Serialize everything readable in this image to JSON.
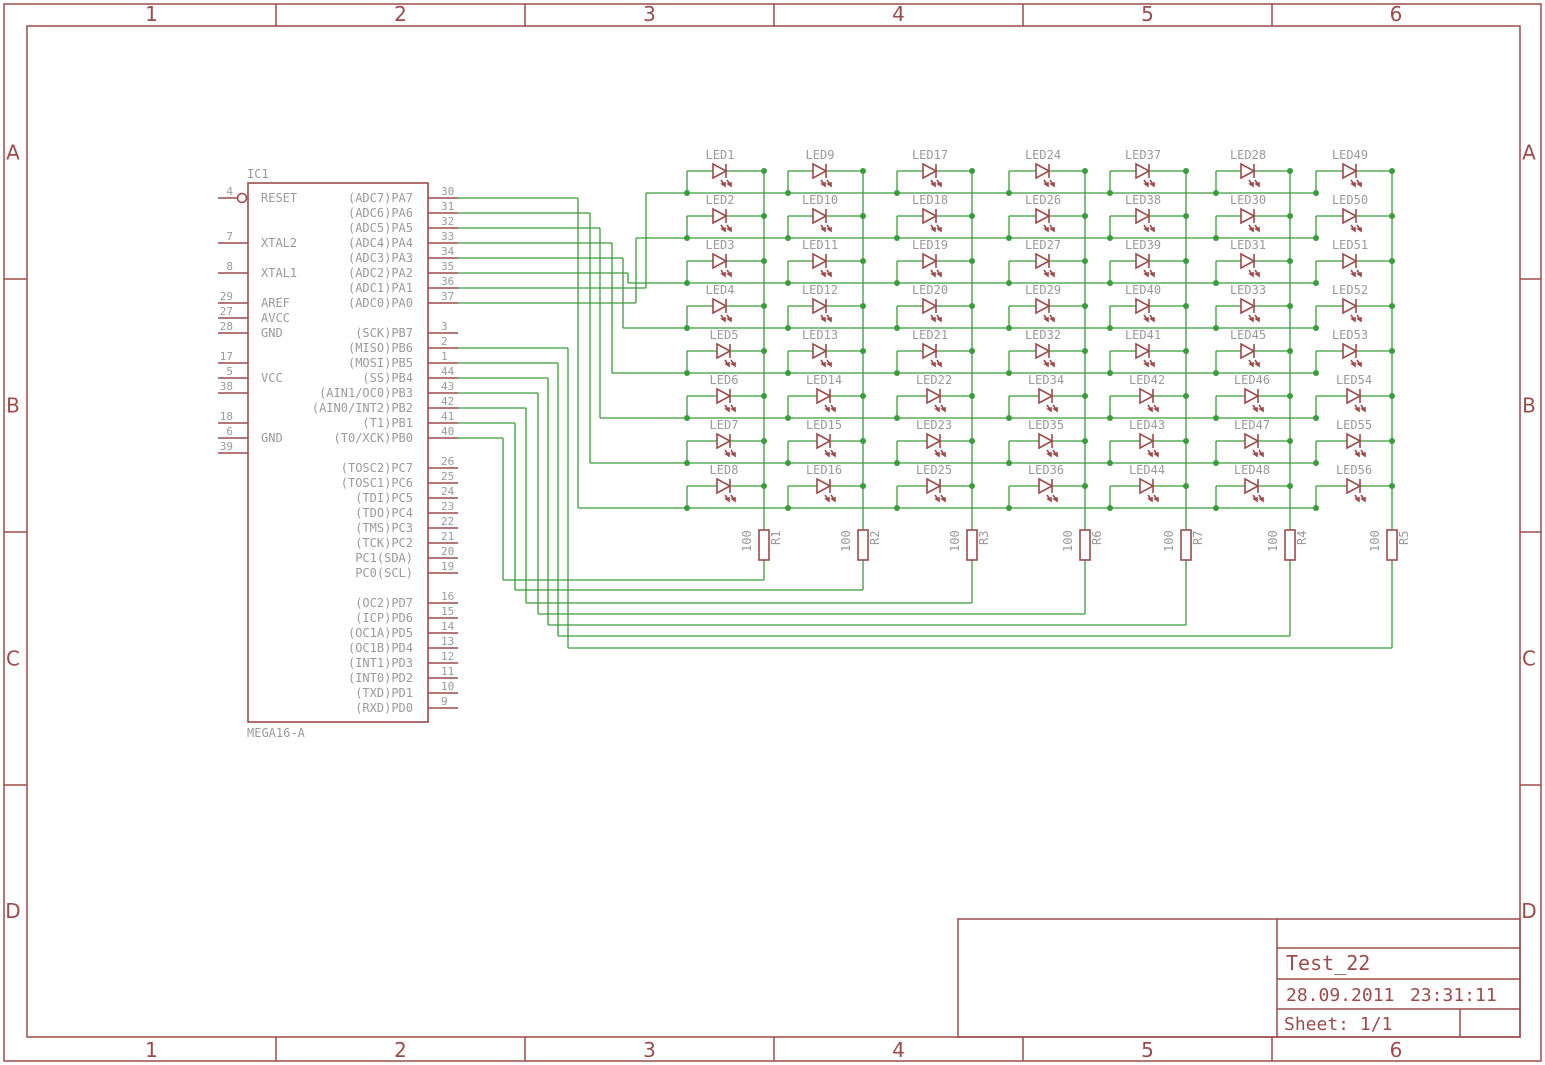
{
  "frame": {
    "columns": [
      "1",
      "2",
      "3",
      "4",
      "5",
      "6"
    ],
    "rows": [
      "A",
      "B",
      "C",
      "D"
    ]
  },
  "ic": {
    "name": "IC1",
    "value": "MEGA16-A",
    "left_pins": [
      {
        "num": "4",
        "name": "RESET"
      },
      {
        "num": "7",
        "name": "XTAL2"
      },
      {
        "num": "8",
        "name": "XTAL1"
      },
      {
        "num": "29",
        "name": "AREF"
      },
      {
        "num": "27",
        "name": "AVCC"
      },
      {
        "num": "28",
        "name": "GND"
      },
      {
        "num": "17",
        "name": ""
      },
      {
        "num": "5",
        "name": "VCC"
      },
      {
        "num": "38",
        "name": ""
      },
      {
        "num": "18",
        "name": ""
      },
      {
        "num": "6",
        "name": "GND"
      },
      {
        "num": "39",
        "name": ""
      }
    ],
    "right_pins": [
      {
        "num": "30",
        "name": "(ADC7)PA7"
      },
      {
        "num": "31",
        "name": "(ADC6)PA6"
      },
      {
        "num": "32",
        "name": "(ADC5)PA5"
      },
      {
        "num": "33",
        "name": "(ADC4)PA4"
      },
      {
        "num": "34",
        "name": "(ADC3)PA3"
      },
      {
        "num": "35",
        "name": "(ADC2)PA2"
      },
      {
        "num": "36",
        "name": "(ADC1)PA1"
      },
      {
        "num": "37",
        "name": "(ADC0)PA0"
      },
      {
        "num": "3",
        "name": "(SCK)PB7"
      },
      {
        "num": "2",
        "name": "(MISO)PB6"
      },
      {
        "num": "1",
        "name": "(MOSI)PB5"
      },
      {
        "num": "44",
        "name": "(SS)PB4"
      },
      {
        "num": "43",
        "name": "(AIN1/OC0)PB3"
      },
      {
        "num": "42",
        "name": "(AIN0/INT2)PB2"
      },
      {
        "num": "41",
        "name": "(T1)PB1"
      },
      {
        "num": "40",
        "name": "(T0/XCK)PB0"
      },
      {
        "num": "26",
        "name": "(TOSC2)PC7"
      },
      {
        "num": "25",
        "name": "(TOSC1)PC6"
      },
      {
        "num": "24",
        "name": "(TDI)PC5"
      },
      {
        "num": "23",
        "name": "(TDO)PC4"
      },
      {
        "num": "22",
        "name": "(TMS)PC3"
      },
      {
        "num": "21",
        "name": "(TCK)PC2"
      },
      {
        "num": "20",
        "name": "PC1(SDA)"
      },
      {
        "num": "19",
        "name": "PC0(SCL)"
      },
      {
        "num": "16",
        "name": "(OC2)PD7"
      },
      {
        "num": "15",
        "name": "(ICP)PD6"
      },
      {
        "num": "14",
        "name": "(OC1A)PD5"
      },
      {
        "num": "13",
        "name": "(OC1B)PD4"
      },
      {
        "num": "12",
        "name": "(INT1)PD3"
      },
      {
        "num": "11",
        "name": "(INT0)PD2"
      },
      {
        "num": "10",
        "name": "(TXD)PD1"
      },
      {
        "num": "9",
        "name": "(RXD)PD0"
      }
    ]
  },
  "led_labels": [
    [
      "LED1",
      "LED2",
      "LED3",
      "LED4",
      "LED5",
      "LED6",
      "LED7",
      "LED8"
    ],
    [
      "LED9",
      "LED10",
      "LED11",
      "LED12",
      "LED13",
      "LED14",
      "LED15",
      "LED16"
    ],
    [
      "LED17",
      "LED18",
      "LED19",
      "LED20",
      "LED21",
      "LED22",
      "LED23",
      "LED25"
    ],
    [
      "LED24",
      "LED26",
      "LED27",
      "LED29",
      "LED32",
      "LED34",
      "LED35",
      "LED36"
    ],
    [
      "LED37",
      "LED38",
      "LED39",
      "LED40",
      "LED41",
      "LED42",
      "LED43",
      "LED44"
    ],
    [
      "LED28",
      "LED30",
      "LED31",
      "LED33",
      "LED45",
      "LED46",
      "LED47",
      "LED48"
    ],
    [
      "LED49",
      "LED50",
      "LED51",
      "LED52",
      "LED53",
      "LED54",
      "LED55",
      "LED56"
    ]
  ],
  "resistors": [
    {
      "name": "R1",
      "value": "100"
    },
    {
      "name": "R2",
      "value": "100"
    },
    {
      "name": "R3",
      "value": "100"
    },
    {
      "name": "R6",
      "value": "100"
    },
    {
      "name": "R7",
      "value": "100"
    },
    {
      "name": "R4",
      "value": "100"
    },
    {
      "name": "R5",
      "value": "100"
    }
  ],
  "title_block": {
    "name": "Test_22",
    "date": "28.09.2011",
    "time": "23:31:11",
    "sheet": "Sheet: 1/1"
  },
  "colors": {
    "frame": "#9c4b4b",
    "net": "#3a9c3a",
    "label": "#9a9a9a"
  }
}
